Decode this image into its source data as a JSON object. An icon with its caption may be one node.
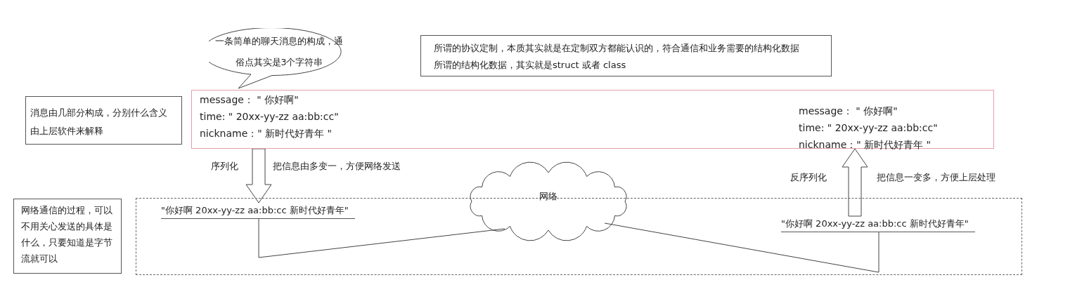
{
  "diagram": {
    "nodes": [
      {
        "text": [
          "一条简单的聊天消息的构成，通俗点其实是3个字符串"
        ]
      },
      {
        "text": [
          "所谓的协议定制，本质其实就是在定制双方都能认识的，符合通信和业务需要的结构化数据",
          "所谓的结构化数据，其实就是struct 或者 class"
        ]
      },
      {
        "text": [
          "消息由几部分构成，分别什么含义由上层软件来解释"
        ]
      },
      {
        "text": [],
        "shape": "box"
      },
      {
        "text": [
          "message： \" 你好啊\"",
          "time: \" 20xx-yy-zz aa:bb:cc\"",
          "nickname：\" 新时代好青年 \""
        ],
        "in": 3
      },
      {
        "text": [
          "message： \" 你好啊\"",
          "time: \" 20xx-yy-zz aa:bb:cc\"",
          "nickname：\" 新时代好青年 \""
        ],
        "in": 3
      },
      {
        "text": [
          "网络通信的过程，可以不用关心发送的具体是什么，只要知道是字节流就可以"
        ]
      },
      {
        "text": [],
        "shape": "box"
      },
      {
        "text": [
          "网络"
        ]
      },
      {
        "text": [
          "\"你好啊 20xx-yy-zz aa:bb:cc 新时代好青年\""
        ],
        "in": 7
      },
      {
        "text": [
          "\"你好啊 20xx-yy-zz aa:bb:cc 新时代好青年\""
        ],
        "in": 7
      }
    ],
    "edges": [
      {
        "from": 4,
        "to": 9,
        "arrow": "to",
        "label": "序列化"
      },
      {
        "from": 10,
        "to": 5,
        "arrow": "to",
        "label": "反序列化"
      },
      {
        "from": 9,
        "to": 8,
        "arrow": "none"
      },
      {
        "from": 8,
        "to": 10,
        "arrow": "none"
      }
    ],
    "labels": [
      "把信息由多变一，方便网络发送",
      "把信息一变多，方便上层处理"
    ]
  }
}
